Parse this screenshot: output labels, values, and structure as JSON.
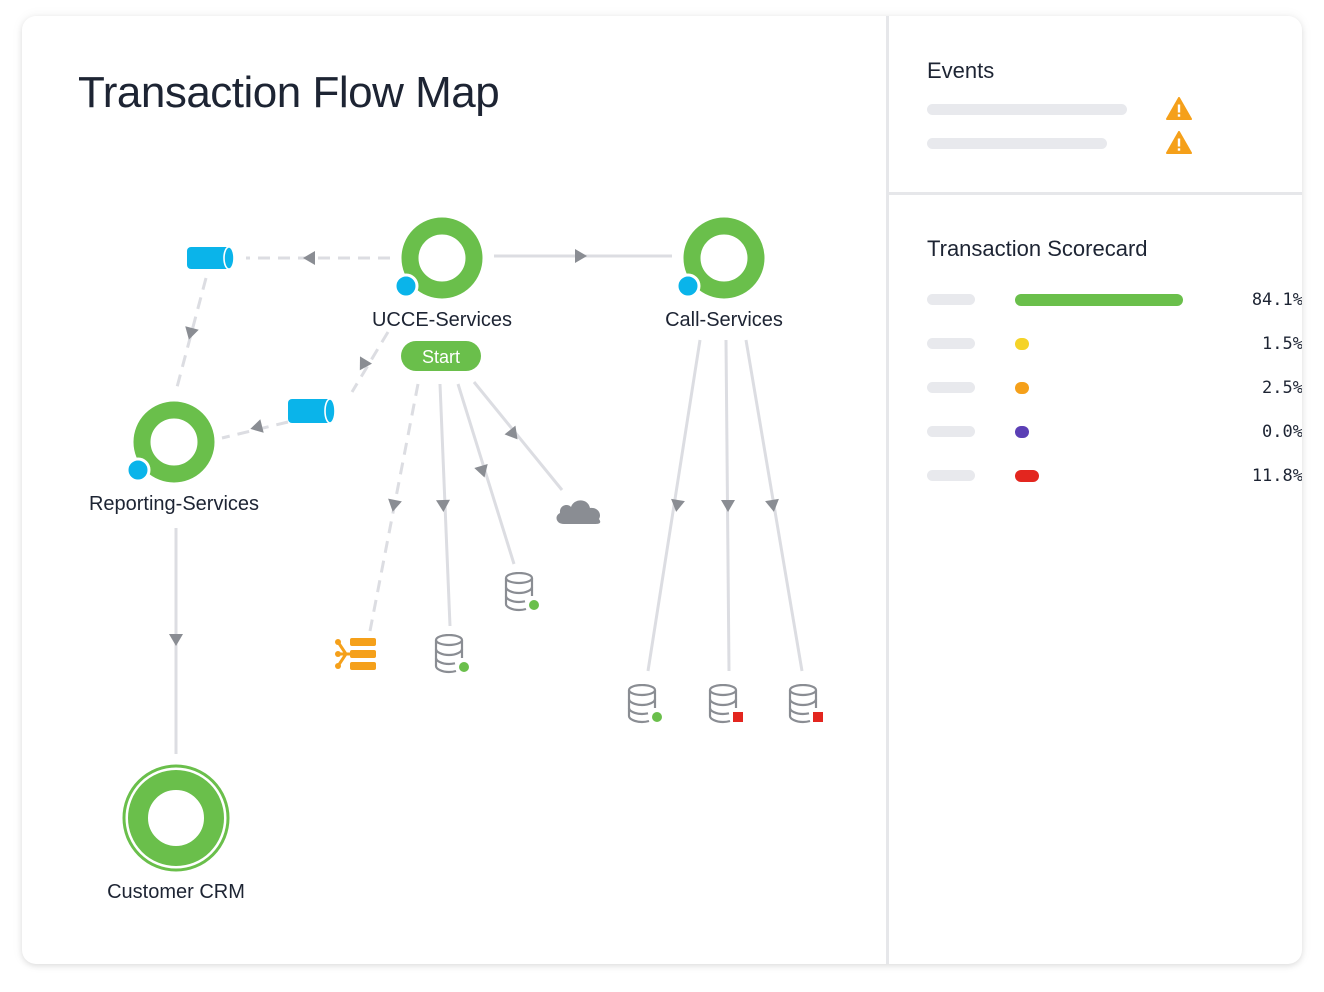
{
  "page": {
    "title": "Transaction Flow Map"
  },
  "nodes": {
    "ucce": {
      "label": "UCCE-Services",
      "badge": "Start"
    },
    "call": {
      "label": "Call-Services"
    },
    "reporting": {
      "label": "Reporting-Services"
    },
    "crm": {
      "label": "Customer CRM"
    }
  },
  "events": {
    "title": "Events",
    "items": [
      {
        "icon": "warning-icon"
      },
      {
        "icon": "warning-icon"
      }
    ]
  },
  "scorecard": {
    "title": "Transaction Scorecard",
    "rows": [
      {
        "value": "84.1%",
        "fraction": 0.841,
        "color": "#6abf4b"
      },
      {
        "value": "1.5%",
        "fraction": 0.015,
        "color": "#f5d327"
      },
      {
        "value": "2.5%",
        "fraction": 0.025,
        "color": "#f5a01a"
      },
      {
        "value": "0.0%",
        "fraction": 0.0,
        "color": "#5b3fb5"
      },
      {
        "value": "11.8%",
        "fraction": 0.118,
        "color": "#e3261f"
      }
    ]
  },
  "colors": {
    "healthy": "#6abf4b",
    "accent_blue": "#0ab4ea",
    "warning": "#f5a01a",
    "error": "#e3261f",
    "edge": "#dcdde2",
    "arrow": "#8a8d93"
  }
}
